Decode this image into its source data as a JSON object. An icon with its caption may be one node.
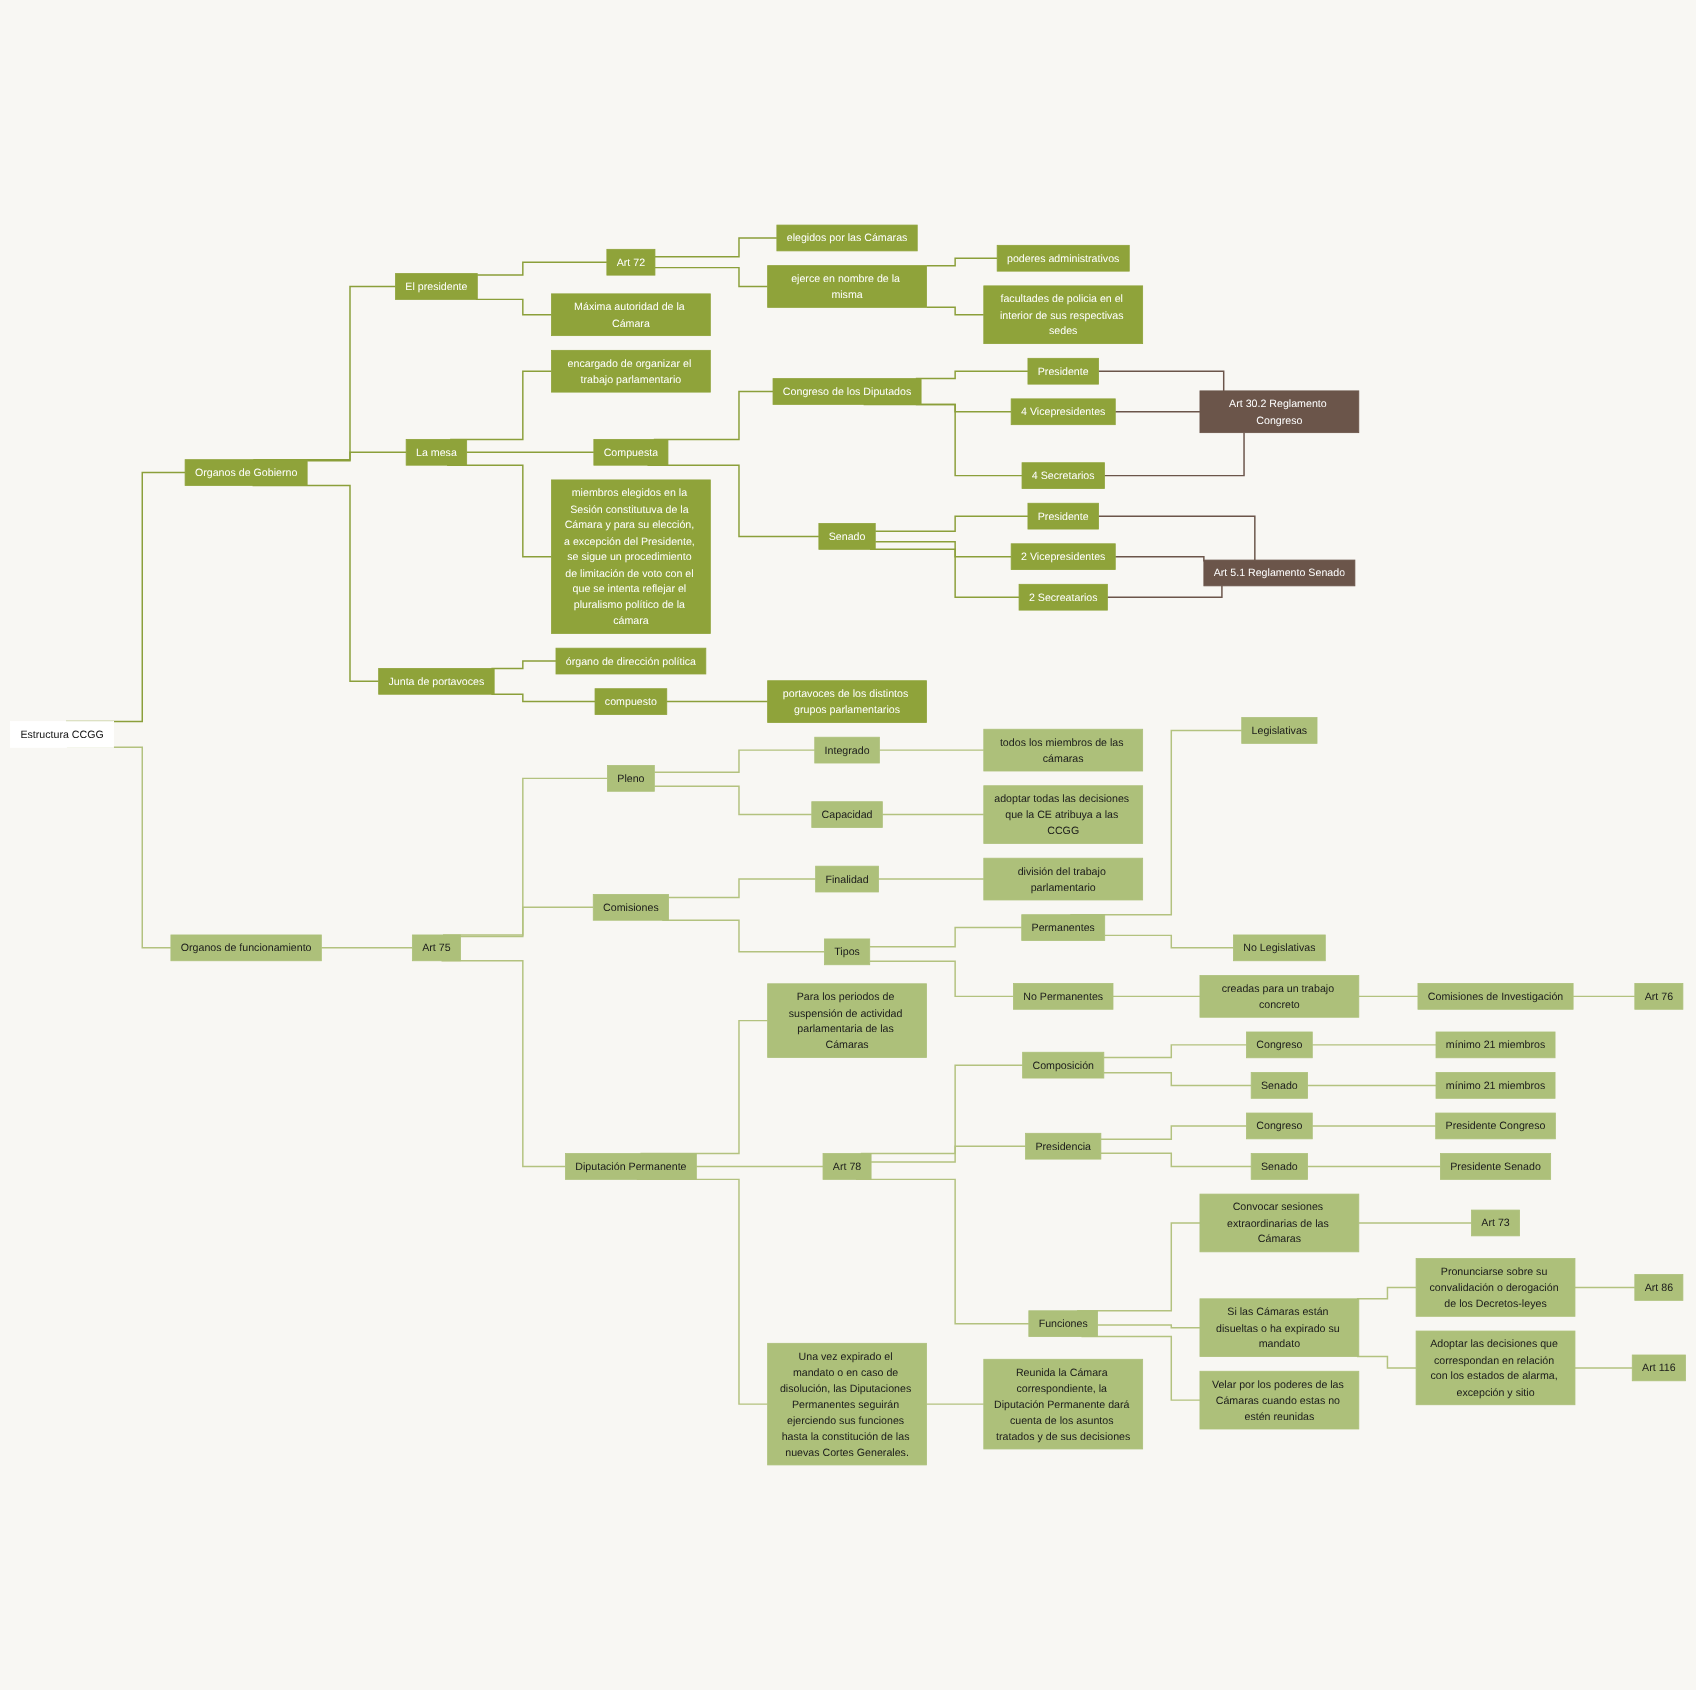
{
  "diagram": {
    "nodes": [
      {
        "text": [
          "Estructura CCGG"
        ]
      },
      {
        "text": [
          "Organos de Gobierno"
        ]
      },
      {
        "text": [
          "El presidente"
        ]
      },
      {
        "text": [
          "Art 72"
        ]
      },
      {
        "text": [
          "elegidos por las Cámaras"
        ]
      },
      {
        "text": [
          "ejerce en nombre de la misma"
        ]
      },
      {
        "text": [
          "poderes administrativos"
        ]
      },
      {
        "text": [
          "facultades de policia en el interior de sus respectivas sedes"
        ]
      },
      {
        "text": [
          "Máxima autoridad de la Cámara"
        ]
      },
      {
        "text": [
          "La mesa"
        ]
      },
      {
        "text": [
          "encargado de organizar el trabajo parlamentario"
        ]
      },
      {
        "text": [
          "Compuesta"
        ]
      },
      {
        "text": [
          "Congreso de los Diputados"
        ]
      },
      {
        "text": [
          "Presidente"
        ]
      },
      {
        "text": [
          "4 Vicepresidentes"
        ]
      },
      {
        "text": [
          "4 Secretarios"
        ]
      },
      {
        "text": [
          "Art 30.2 Reglamento Congreso"
        ]
      },
      {
        "text": [
          "Senado"
        ]
      },
      {
        "text": [
          "Presidente"
        ]
      },
      {
        "text": [
          "2 Vicepresidentes"
        ]
      },
      {
        "text": [
          "2 Secreatarios"
        ]
      },
      {
        "text": [
          "Art 5.1 Reglamento Senado"
        ]
      },
      {
        "text": [
          "miembros elegidos en la Sesión constitutuva de la Cámara y para su elección, a excepción del Presidente, se sigue un procedimiento de limitación de voto con el que se intenta reflejar el pluralismo político de la cámara"
        ]
      },
      {
        "text": [
          "Junta de portavoces"
        ]
      },
      {
        "text": [
          "órgano de dirección política"
        ]
      },
      {
        "text": [
          "compuesto"
        ]
      },
      {
        "text": [
          "portavoces de los distintos grupos parlamentarios"
        ]
      },
      {
        "text": [
          "Organos de funcionamiento"
        ]
      },
      {
        "text": [
          "Art 75"
        ]
      },
      {
        "text": [
          "Pleno"
        ]
      },
      {
        "text": [
          "Integrado"
        ]
      },
      {
        "text": [
          "todos los miembros de las cámaras"
        ]
      },
      {
        "text": [
          "Capacidad"
        ]
      },
      {
        "text": [
          "adoptar todas las decisiones que la CE atribuya a las CCGG"
        ]
      },
      {
        "text": [
          "Comisiones"
        ]
      },
      {
        "text": [
          "Finalidad"
        ]
      },
      {
        "text": [
          "división del trabajo parlamentario"
        ]
      },
      {
        "text": [
          "Tipos"
        ]
      },
      {
        "text": [
          "Permanentes"
        ]
      },
      {
        "text": [
          "Legislativas"
        ]
      },
      {
        "text": [
          "No Legislativas"
        ]
      },
      {
        "text": [
          "No Permanentes"
        ]
      },
      {
        "text": [
          "creadas para un trabajo concreto"
        ]
      },
      {
        "text": [
          "Comisiones de Investigación"
        ]
      },
      {
        "text": [
          "Art 76"
        ]
      },
      {
        "text": [
          "Diputación Permanente"
        ]
      },
      {
        "text": [
          "Para los periodos de suspensión de actividad parlamentaria de las Cámaras"
        ]
      },
      {
        "text": [
          "Art 78"
        ]
      },
      {
        "text": [
          "Composición"
        ]
      },
      {
        "text": [
          "Congreso"
        ]
      },
      {
        "text": [
          "mínimo 21 miembros"
        ]
      },
      {
        "text": [
          "Senado"
        ]
      },
      {
        "text": [
          "mínimo 21 miembros"
        ]
      },
      {
        "text": [
          "Presidencia"
        ]
      },
      {
        "text": [
          "Congreso"
        ]
      },
      {
        "text": [
          "Presidente Congreso"
        ]
      },
      {
        "text": [
          "Senado"
        ]
      },
      {
        "text": [
          "Presidente Senado"
        ]
      },
      {
        "text": [
          "Funciones"
        ]
      },
      {
        "text": [
          "Convocar sesiones extraordinarias de las Cámaras"
        ]
      },
      {
        "text": [
          "Art 73"
        ]
      },
      {
        "text": [
          "Si las Cámaras están disueltas o ha expirado su mandato"
        ]
      },
      {
        "text": [
          "Pronunciarse sobre su convalidación o derogación de los Decretos-leyes"
        ]
      },
      {
        "text": [
          "Art 86"
        ]
      },
      {
        "text": [
          "Adoptar las decisiones que correspondan en relación con los estados de alarma, excepción y sitio"
        ]
      },
      {
        "text": [
          "Art 116"
        ]
      },
      {
        "text": [
          "Velar por los poderes de las Cámaras cuando estas no estén reunidas"
        ]
      },
      {
        "text": [
          "Una vez expirado el mandato o en caso de disolución, las Diputaciones Permanentes seguirán ejerciendo sus funciones hasta la constitución de las nuevas Cortes Generales."
        ]
      },
      {
        "text": [
          "Reunida la Cámara correspondiente, la Diputación Permanente dará cuenta de los asuntos tratados y de sus decisiones"
        ]
      }
    ],
    "edges": [
      {
        "from": 0,
        "to": 1,
        "arrow": "none",
        "color": "#8b9f3a"
      },
      {
        "from": 1,
        "to": 2,
        "arrow": "none",
        "color": "#8b9f3a"
      },
      {
        "from": 2,
        "to": 3,
        "arrow": "none",
        "color": "#8b9f3a"
      },
      {
        "from": 3,
        "to": 4,
        "arrow": "none",
        "color": "#8b9f3a"
      },
      {
        "from": 3,
        "to": 5,
        "arrow": "none",
        "color": "#8b9f3a"
      },
      {
        "from": 5,
        "to": 6,
        "arrow": "none",
        "color": "#8b9f3a"
      },
      {
        "from": 5,
        "to": 7,
        "arrow": "none",
        "color": "#8b9f3a"
      },
      {
        "from": 2,
        "to": 8,
        "arrow": "none",
        "color": "#8b9f3a"
      },
      {
        "from": 1,
        "to": 9,
        "arrow": "none",
        "color": "#8b9f3a"
      },
      {
        "from": 9,
        "to": 10,
        "arrow": "none",
        "color": "#8b9f3a"
      },
      {
        "from": 9,
        "to": 11,
        "arrow": "none",
        "color": "#8b9f3a"
      },
      {
        "from": 11,
        "to": 12,
        "arrow": "none",
        "color": "#8b9f3a"
      },
      {
        "from": 12,
        "to": 13,
        "arrow": "none",
        "color": "#8b9f3a"
      },
      {
        "from": 12,
        "to": 14,
        "arrow": "none",
        "color": "#8b9f3a"
      },
      {
        "from": 12,
        "to": 15,
        "arrow": "none",
        "color": "#8b9f3a"
      },
      {
        "from": 13,
        "to": 16,
        "arrow": "none",
        "color": "#6b554a"
      },
      {
        "from": 14,
        "to": 16,
        "arrow": "none",
        "color": "#6b554a"
      },
      {
        "from": 15,
        "to": 16,
        "arrow": "none",
        "color": "#6b554a"
      },
      {
        "from": 11,
        "to": 17,
        "arrow": "none",
        "color": "#8b9f3a"
      },
      {
        "from": 17,
        "to": 18,
        "arrow": "none",
        "color": "#8b9f3a"
      },
      {
        "from": 17,
        "to": 19,
        "arrow": "none",
        "color": "#8b9f3a"
      },
      {
        "from": 17,
        "to": 20,
        "arrow": "none",
        "color": "#8b9f3a"
      },
      {
        "from": 18,
        "to": 21,
        "arrow": "none",
        "color": "#6b554a"
      },
      {
        "from": 19,
        "to": 21,
        "arrow": "none",
        "color": "#6b554a"
      },
      {
        "from": 20,
        "to": 21,
        "arrow": "none",
        "color": "#6b554a"
      },
      {
        "from": 9,
        "to": 22,
        "arrow": "none",
        "color": "#8b9f3a"
      },
      {
        "from": 1,
        "to": 23,
        "arrow": "none",
        "color": "#8b9f3a"
      },
      {
        "from": 23,
        "to": 24,
        "arrow": "none",
        "color": "#8b9f3a"
      },
      {
        "from": 23,
        "to": 25,
        "arrow": "none",
        "color": "#8b9f3a"
      },
      {
        "from": 25,
        "to": 26,
        "arrow": "none",
        "color": "#8b9f3a"
      },
      {
        "from": 0,
        "to": 27,
        "arrow": "none"
      },
      {
        "from": 27,
        "to": 28,
        "arrow": "none"
      },
      {
        "from": 28,
        "to": 29,
        "arrow": "none"
      },
      {
        "from": 29,
        "to": 30,
        "arrow": "none"
      },
      {
        "from": 30,
        "to": 31,
        "arrow": "none"
      },
      {
        "from": 29,
        "to": 32,
        "arrow": "none"
      },
      {
        "from": 32,
        "to": 33,
        "arrow": "none"
      },
      {
        "from": 28,
        "to": 34,
        "arrow": "none"
      },
      {
        "from": 34,
        "to": 35,
        "arrow": "none"
      },
      {
        "from": 35,
        "to": 36,
        "arrow": "none"
      },
      {
        "from": 34,
        "to": 37,
        "arrow": "none"
      },
      {
        "from": 37,
        "to": 38,
        "arrow": "none"
      },
      {
        "from": 38,
        "to": 39,
        "arrow": "none"
      },
      {
        "from": 38,
        "to": 40,
        "arrow": "none"
      },
      {
        "from": 37,
        "to": 41,
        "arrow": "none"
      },
      {
        "from": 41,
        "to": 42,
        "arrow": "none"
      },
      {
        "from": 42,
        "to": 43,
        "arrow": "none"
      },
      {
        "from": 43,
        "to": 44,
        "arrow": "none"
      },
      {
        "from": 28,
        "to": 45,
        "arrow": "none"
      },
      {
        "from": 45,
        "to": 46,
        "arrow": "none"
      },
      {
        "from": 45,
        "to": 47,
        "arrow": "none"
      },
      {
        "from": 47,
        "to": 48,
        "arrow": "none"
      },
      {
        "from": 48,
        "to": 49,
        "arrow": "none"
      },
      {
        "from": 49,
        "to": 50,
        "arrow": "none"
      },
      {
        "from": 48,
        "to": 51,
        "arrow": "none"
      },
      {
        "from": 51,
        "to": 52,
        "arrow": "none"
      },
      {
        "from": 47,
        "to": 53,
        "arrow": "none"
      },
      {
        "from": 53,
        "to": 54,
        "arrow": "none"
      },
      {
        "from": 54,
        "to": 55,
        "arrow": "none"
      },
      {
        "from": 53,
        "to": 56,
        "arrow": "none"
      },
      {
        "from": 56,
        "to": 57,
        "arrow": "none"
      },
      {
        "from": 47,
        "to": 58,
        "arrow": "none"
      },
      {
        "from": 58,
        "to": 59,
        "arrow": "none"
      },
      {
        "from": 59,
        "to": 60,
        "arrow": "none"
      },
      {
        "from": 58,
        "to": 61,
        "arrow": "none"
      },
      {
        "from": 61,
        "to": 62,
        "arrow": "none"
      },
      {
        "from": 62,
        "to": 63,
        "arrow": "none"
      },
      {
        "from": 61,
        "to": 64,
        "arrow": "none"
      },
      {
        "from": 64,
        "to": 65,
        "arrow": "none"
      },
      {
        "from": 58,
        "to": 66,
        "arrow": "none"
      },
      {
        "from": 45,
        "to": 67,
        "arrow": "none"
      },
      {
        "from": 67,
        "to": 68,
        "arrow": "none"
      }
    ]
  }
}
